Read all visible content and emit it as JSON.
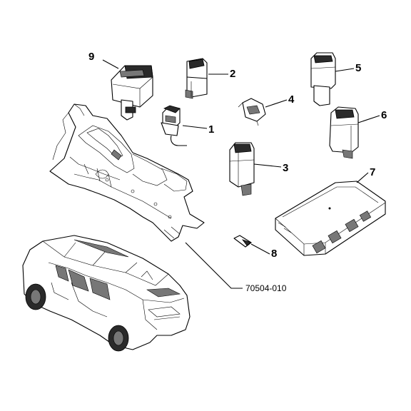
{
  "callouts": [
    "1",
    "2",
    "3",
    "4",
    "5",
    "6",
    "7",
    "8",
    "9"
  ],
  "reference_code": "70504-010"
}
